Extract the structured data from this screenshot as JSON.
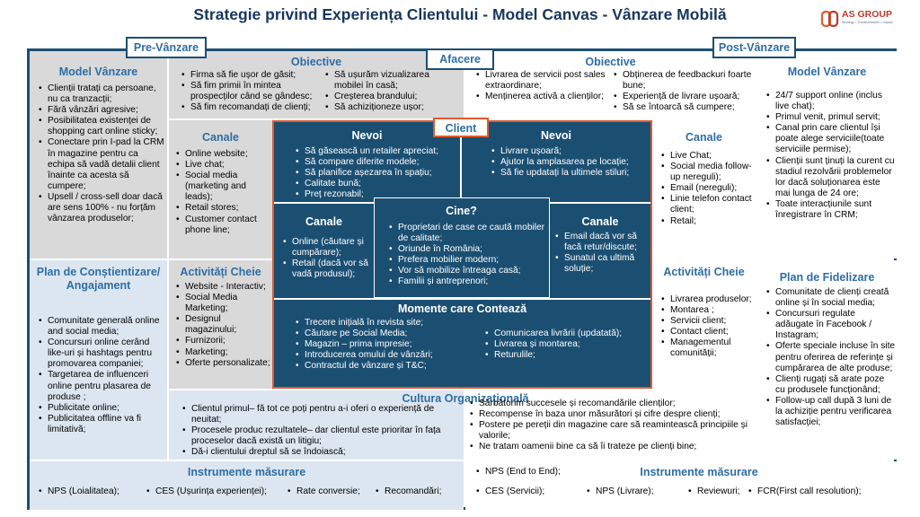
{
  "title": "Strategie privind Experiența Clientului - Model Canvas - Vânzare Mobilă",
  "logo": {
    "text": "AS GROUP",
    "tagline": "Strategy • Transformation • Impact"
  },
  "tabs": {
    "pre": "Pre-Vânzare",
    "post": "Post-Vânzare",
    "business": "Afacere",
    "client": "Client"
  },
  "pre": {
    "model": {
      "header": "Model Vânzare",
      "items": [
        "Clienții tratați ca persoane, nu ca tranzacții;",
        "Fără vânzări agresive;",
        "Posibilitatea existenței de shopping cart online sticky;",
        "Conectare prin I-pad la CRM în magazine pentru ca echipa să vadă detalii client înainte ca acesta să cumpere;",
        "Upsell / cross-sell doar dacă are sens 100% - nu forțăm vânzarea produselor;"
      ]
    },
    "objectives": {
      "header": "Obiective",
      "col1": [
        "Firma să fie ușor de găsit;",
        "Să fim primii în mintea prospecților când se gândesc;",
        "Să fim recomandați de clienți;"
      ],
      "col2": [
        "Să ușurăm vizualizarea mobilei în casă;",
        "Creșterea brandului;",
        "Să achiziționeze ușor;"
      ]
    },
    "channels": {
      "header": "Canale",
      "items": [
        "Online website;",
        "Live chat;",
        "Social media (marketing and leads);",
        "Retail stores;",
        "Customer contact phone line;"
      ]
    },
    "awareness": {
      "header": "Plan de Conștientizare/ Angajament",
      "items": [
        "Comunitate generală online and social media;",
        "Concursuri online cerând like-uri și hashtags pentru promovarea companiei;",
        "Targetarea de influenceri online pentru plasarea de produse ;",
        "Publicitate online;",
        "Publicitatea offline va fi limitativă;"
      ]
    },
    "activities": {
      "header": "Activități Cheie",
      "items": [
        "Website - Interactiv;",
        "Social Media Marketing;",
        "Designul magazinului;",
        "Furnizorii;",
        "Marketing;",
        "Oferte personalizate;"
      ]
    }
  },
  "client": {
    "needs_left": {
      "header": "Nevoi",
      "items": [
        "Să găsească un retailer apreciat;",
        "Să compare diferite modele;",
        "Să planifice așezarea în spațiu;",
        "Calitate bună;",
        "Preț rezonabil;"
      ]
    },
    "needs_right": {
      "header": "Nevoi",
      "items": [
        "Livrare ușoară;",
        "Ajutor la amplasarea pe locație;",
        "Să fie updatați la ultimele stiluri;"
      ]
    },
    "who": {
      "header": "Cine?",
      "items": [
        "Proprietari de case ce caută mobiler de calitate;",
        "Oriunde în România;",
        "Prefera mobilier modern;",
        "Vor să mobilize întreaga casă;",
        "Familii și antreprenori;"
      ]
    },
    "channels_left": {
      "header": "Canale",
      "items": [
        "Online (căutare și cumpărare);",
        "Retail (dacă vor să vadă produsul);"
      ]
    },
    "channels_right": {
      "header": "Canale",
      "items": [
        "Email dacă vor să facă retur/discute;",
        "Sunatul ca ultimă soluție;"
      ]
    },
    "moments": {
      "header": "Momente care Contează",
      "col1": [
        "Trecere inițială în revista site;",
        "Căutare pe Social Media;",
        "Magazin – prima impresie;",
        "Introducerea  omului de vânzări;",
        "Contractul de vânzare și T&C;"
      ],
      "col2": [
        "Comunicarea livrării (updatată);",
        "Livrarea și montarea;",
        "Returulile;"
      ]
    }
  },
  "post": {
    "objectives": {
      "header": "Obiective",
      "col1": [
        "Livrarea de servicii post sales extraordinare;",
        "Menținerea activă a clienților;"
      ],
      "col2": [
        "Obținerea de feedbackuri foarte bune;",
        "Experiență de livrare ușoară;",
        "Să se întoarcă să cumpere;"
      ]
    },
    "model": {
      "header": "Model Vânzare",
      "items": [
        "24/7 support online (inclus live chat);",
        "Primul venit, primul servit;",
        "Canal prin care clientul își poate alege serviciile(toate serviciile permise);",
        "Clienții sunt ținuți la curent cu stadiul rezolvării problemelor lor dacă soluționarea este mai lunga de 24 ore;",
        "Toate interacțiunile sunt înregistrare în CRM;"
      ]
    },
    "channels": {
      "header": "Canale",
      "items": [
        "Live Chat;",
        "Social media follow-up nereguli);",
        "Email (nereguli);",
        "Linie telefon contact client;",
        "Retail;"
      ]
    },
    "activities": {
      "header": "Activități Cheie",
      "items": [
        "Livrarea produselor;",
        "Montarea ;",
        "Servicii client;",
        "Contact client;",
        "Managementul comunității;"
      ]
    },
    "loyalty": {
      "header": "Plan de Fidelizare",
      "items": [
        "Comunitate de clienți creată online și în social media;",
        "Concursuri regulate adăugate în Facebook / Instagram;",
        "Oferte speciale incluse în site pentru oferirea de referințe și cumpărarea de alte produse;",
        "Clienți rugați să arate poze cu produsele funcționând;",
        "Follow-up call după 3 luni de la achiziție pentru verificarea satisfacției;"
      ]
    }
  },
  "culture": {
    "header": "Cultura Organizațională",
    "col1": [
      "Clientul primul– fă tot ce poți pentru a-i oferi o experiență de neuitat;",
      "Procesele produc rezultatele– dar clientul este prioritar în fața proceselor dacă există un litigiu;",
      "Dă-i clientului dreptul să se îndoiască;"
    ],
    "col2": [
      "Sărbătorim succesele și recomandările clienților;",
      "Recompense în baza unor măsurători și cifre despre clienți;",
      "Postere pe pereții din magazine care să reamintească principiile și valorile;",
      "Ne tratam oamenii bine ca să îi trateze pe clienți bine;"
    ]
  },
  "measure": {
    "header_left": "Instrumente măsurare",
    "header_right": "Instrumente măsurare",
    "left": [
      "NPS (Loialitatea);",
      "CES (Ușurința experienței);",
      "Rate conversie;",
      "Recomandări;"
    ],
    "right_top": [
      "NPS (End to End);"
    ],
    "right": [
      "CES (Servicii);",
      "NPS (Livrare);",
      "Reviewuri;",
      "FCR(First call resolution);"
    ]
  },
  "colors": {
    "navy": "#1b4f72",
    "header_blue": "#2e6da4",
    "grey": "#d9d9d9",
    "light_blue": "#dce6f0",
    "accent": "#e05a2b"
  }
}
